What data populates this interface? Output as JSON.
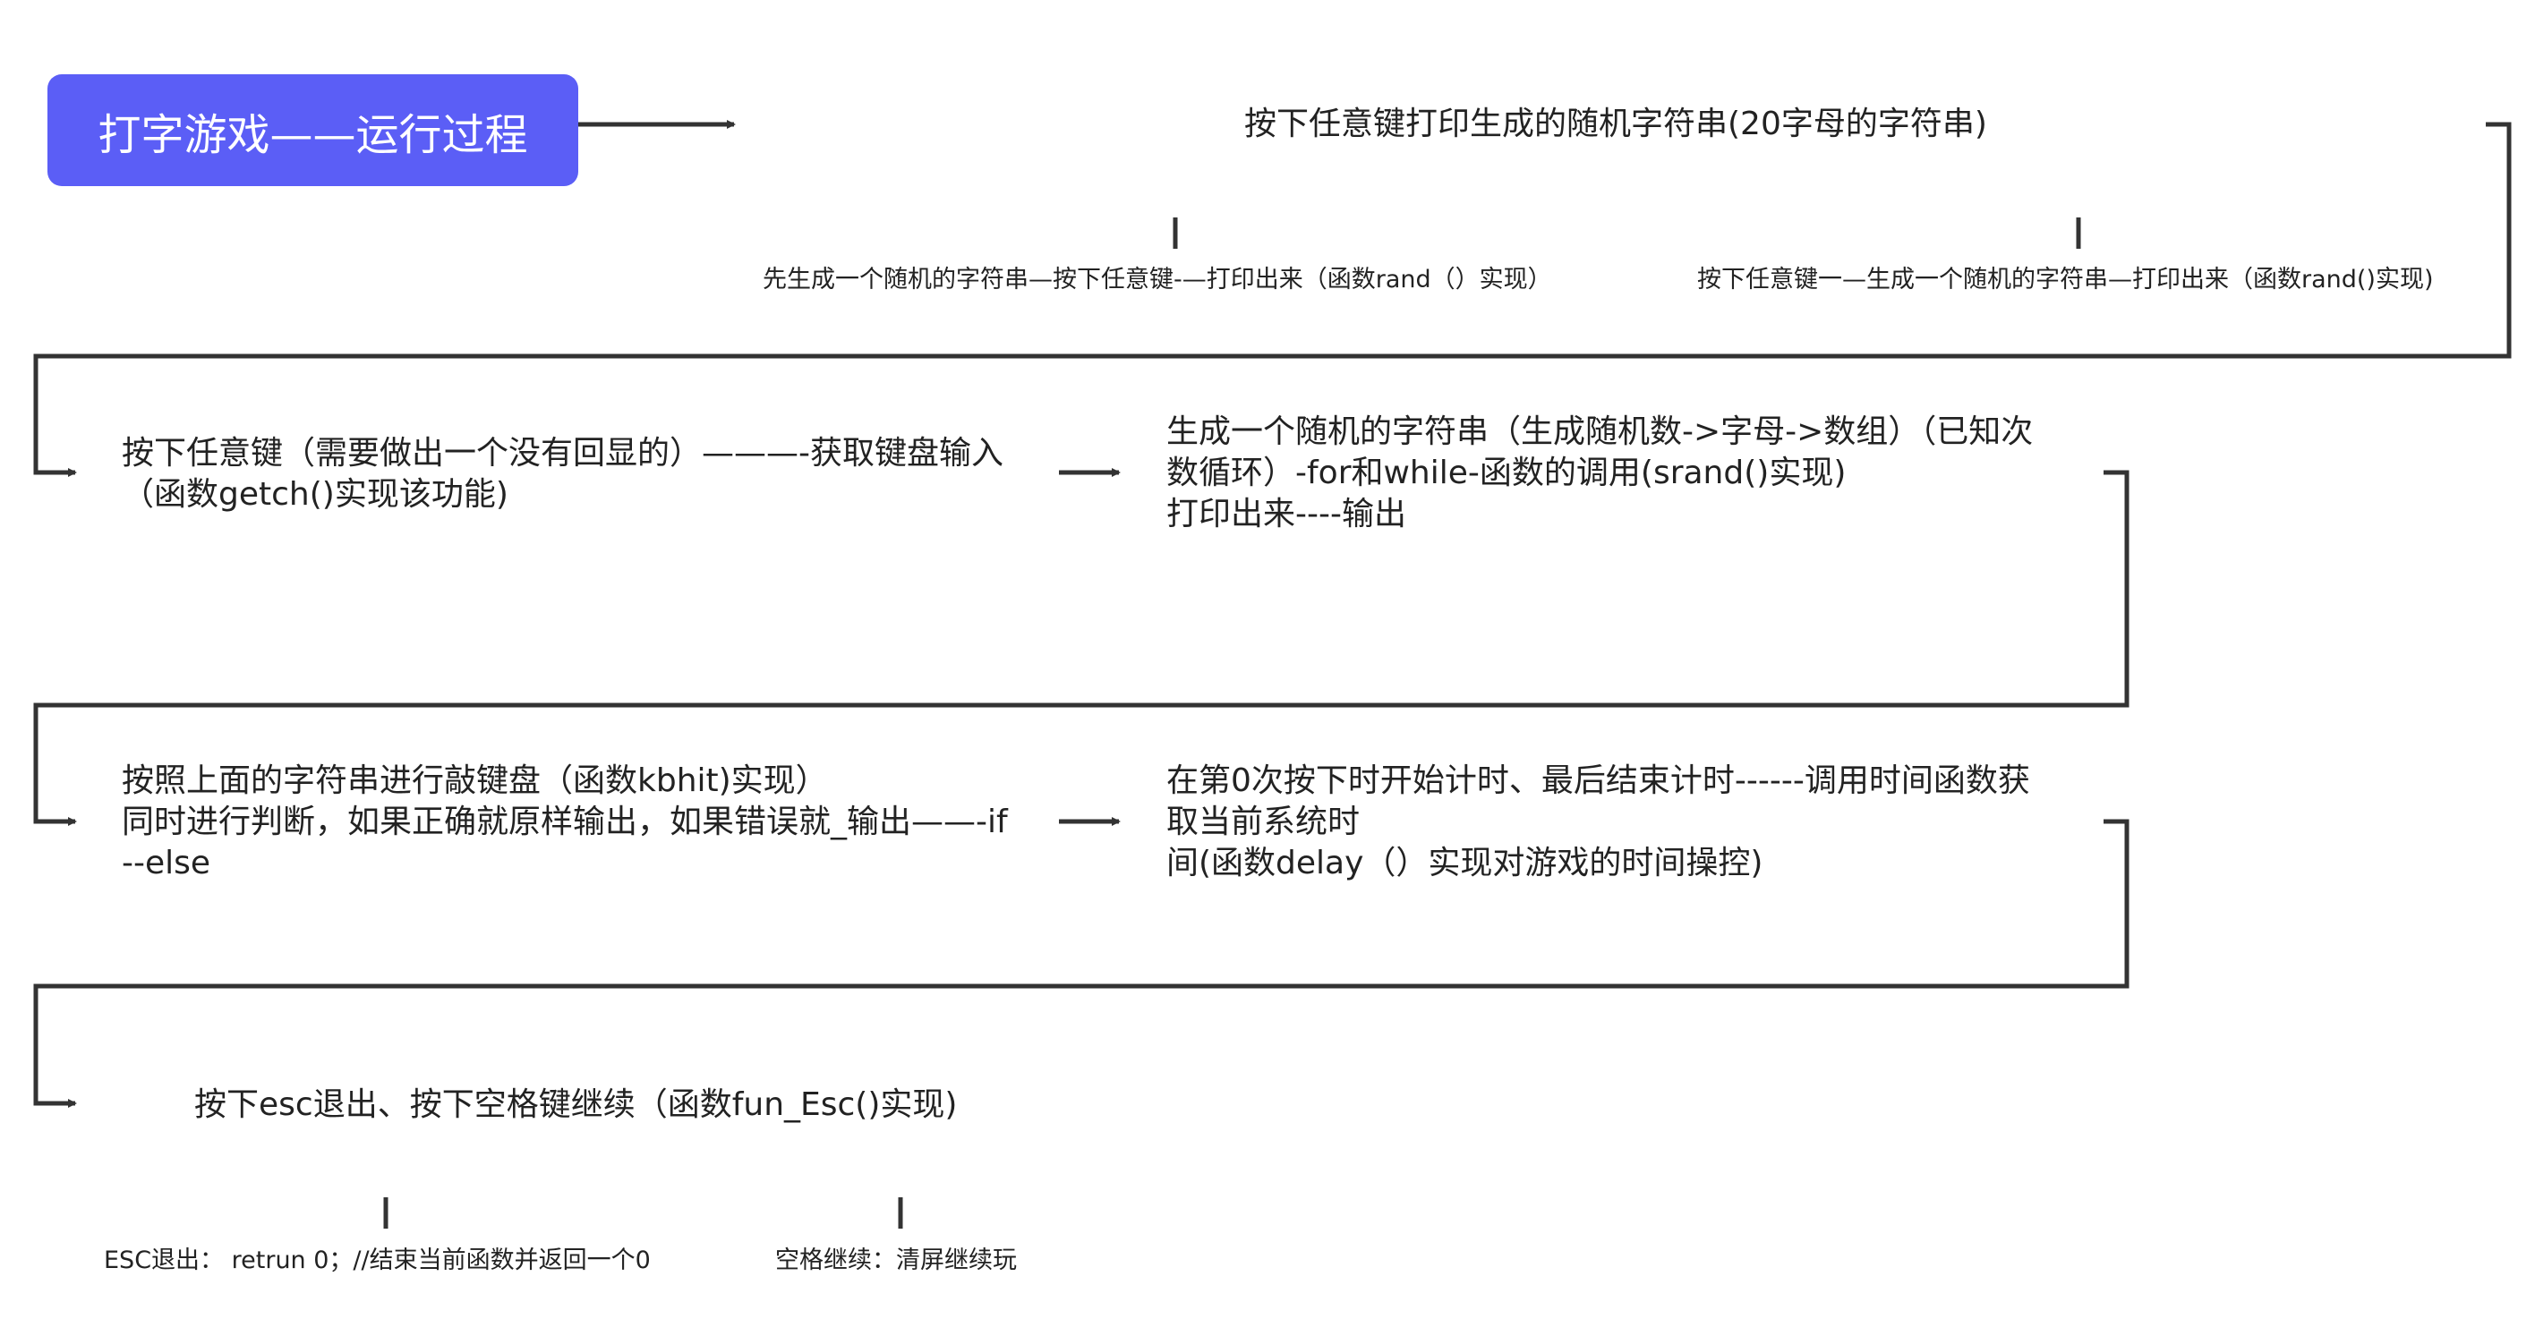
{
  "colors": {
    "title_bg": "#5b5ef6",
    "title_text": "#ffffff",
    "line": "#333333",
    "text": "#222222"
  },
  "title": "打字游戏——运行过程",
  "nodes": {
    "print_string": "按下任意键打印生成的随机字符串(20字母的字符串)",
    "sub_method_a": "先生成一个随机的字符串—按下任意键-—打印出来（函数rand（）实现）",
    "sub_method_b": "按下任意键一—生成一个随机的字符串—打印出来（函数rand()实现)",
    "press_key": [
      "按下任意键（需要做出一个没有回显的）———-获取键盘输入",
      "（函数getch()实现该功能)"
    ],
    "gen_string": [
      "生成一个随机的字符串（生成随机数->字母->数组）（已知次",
      "数循环）-for和while-函数的调用(srand()实现)",
      "打印出来----输出"
    ],
    "typing": [
      "按照上面的字符串进行敲键盘（函数kbhit)实现）",
      "同时进行判断，如果正确就原样输出，如果错误就_输出——-if",
      "--else"
    ],
    "timing": [
      "在第0次按下时开始计时、最后结束计时------调用时间函数获",
      "取当前系统时",
      "间(函数delay（）实现对游戏的时间操控)"
    ],
    "exit_continue": "按下esc退出、按下空格键继续（函数fun_Esc()实现)",
    "esc_exit": "ESC退出： retrun 0；//结束当前函数并返回一个0",
    "space_continue": "空格继续：清屏继续玩"
  }
}
